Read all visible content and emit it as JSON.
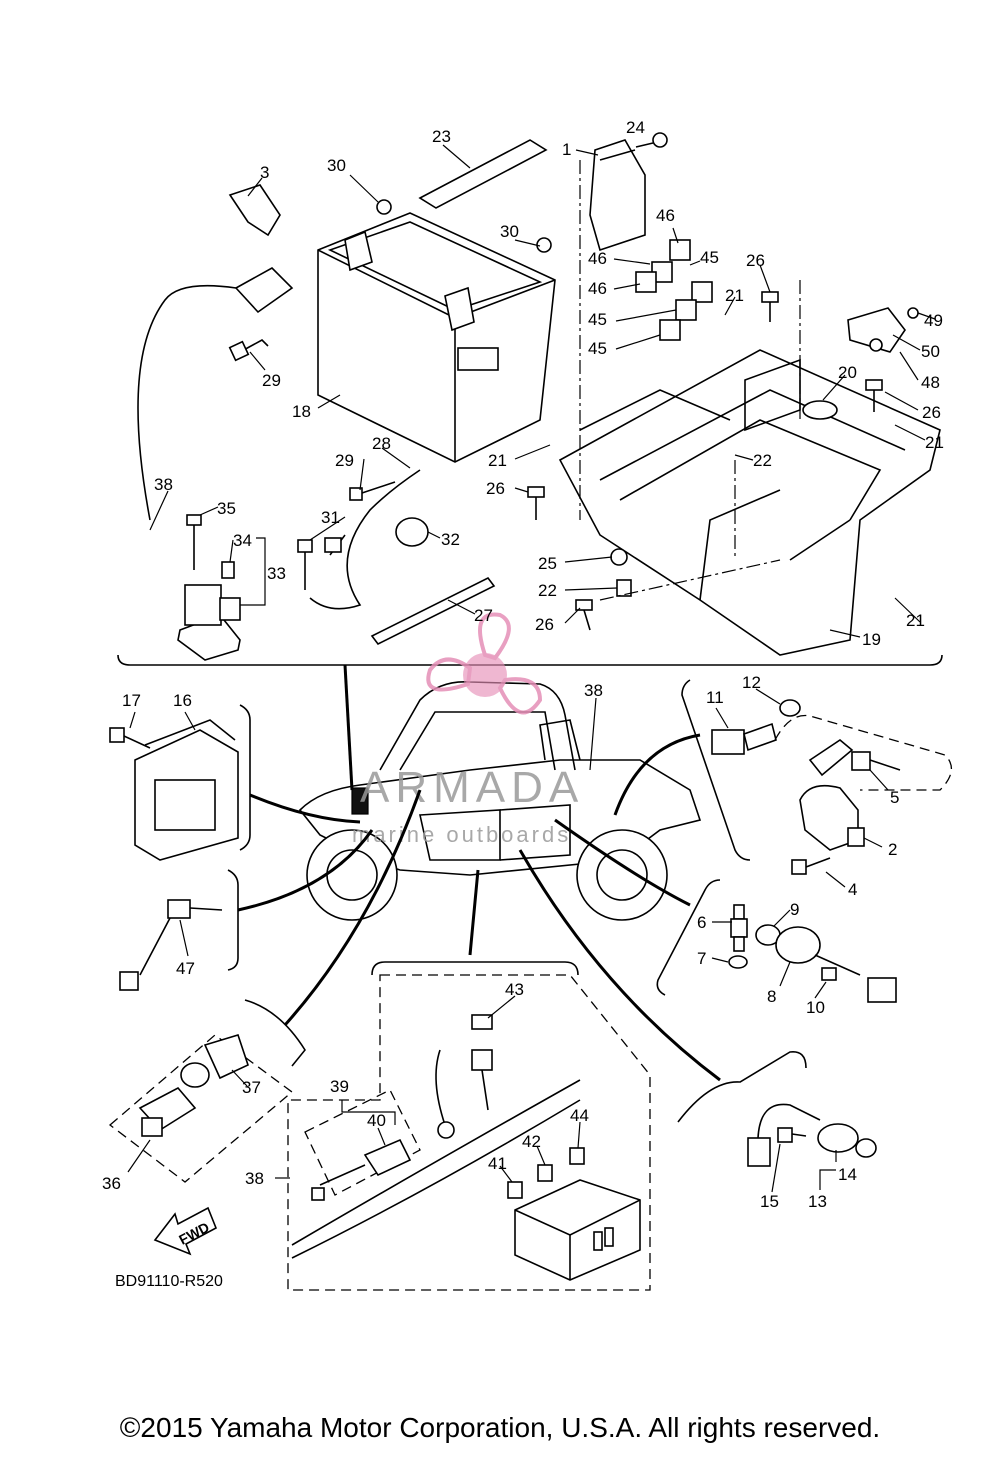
{
  "diagram": {
    "code": "BD91110-R520",
    "footer": "©2015 Yamaha Motor Corporation, U.S.A. All rights reserved.",
    "watermark": {
      "brand": "ARMADA",
      "tagline": "marine outboards",
      "color": "#e58fb7"
    },
    "fwd_label": "FWD",
    "callouts": {
      "c1": "1",
      "c2": "2",
      "c3": "3",
      "c4": "4",
      "c5": "5",
      "c6": "6",
      "c7": "7",
      "c8": "8",
      "c9": "9",
      "c10": "10",
      "c11": "11",
      "c12": "12",
      "c13": "13",
      "c14": "14",
      "c15": "15",
      "c16": "16",
      "c17": "17",
      "c18": "18",
      "c19": "19",
      "c20": "20",
      "c21": "21",
      "c22": "22",
      "c23": "23",
      "c24": "24",
      "c25": "25",
      "c26": "26",
      "c27": "27",
      "c28": "28",
      "c29": "29",
      "c30": "30",
      "c31": "31",
      "c32": "32",
      "c33": "33",
      "c34": "34",
      "c35": "35",
      "c36": "36",
      "c37": "37",
      "c38": "38",
      "c39": "39",
      "c40": "40",
      "c41": "41",
      "c42": "42",
      "c43": "43",
      "c44": "44",
      "c45": "45",
      "c46": "46",
      "c47": "47",
      "c48": "48",
      "c49": "49",
      "c50": "50"
    }
  }
}
